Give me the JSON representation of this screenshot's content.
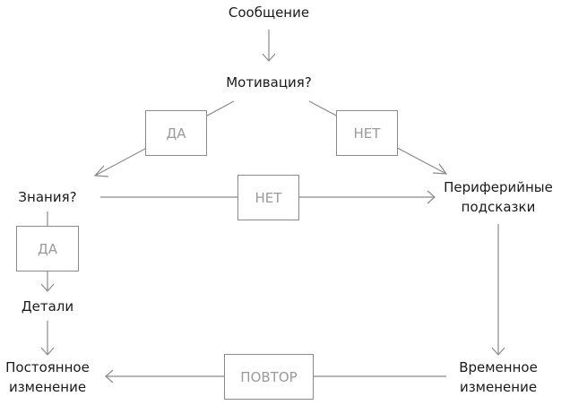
{
  "nodes": {
    "message": "Сообщение",
    "motivation": "Мотивация?",
    "knowledge": "Знания?",
    "details": "Детали",
    "peripheral_line1": "Периферийные",
    "peripheral_line2": "подсказки",
    "temporary_line1": "Временное",
    "temporary_line2": "изменение",
    "permanent_line1": "Постоянное",
    "permanent_line2": "изменение"
  },
  "labels": {
    "motivation_yes": "ДА",
    "motivation_no": "НЕТ",
    "knowledge_no": "НЕТ",
    "knowledge_yes": "ДА",
    "repeat": "ПОВТОР"
  },
  "colors": {
    "line": "#8a8a8a",
    "text": "#1a1a1a",
    "label": "#9a9a9a"
  }
}
